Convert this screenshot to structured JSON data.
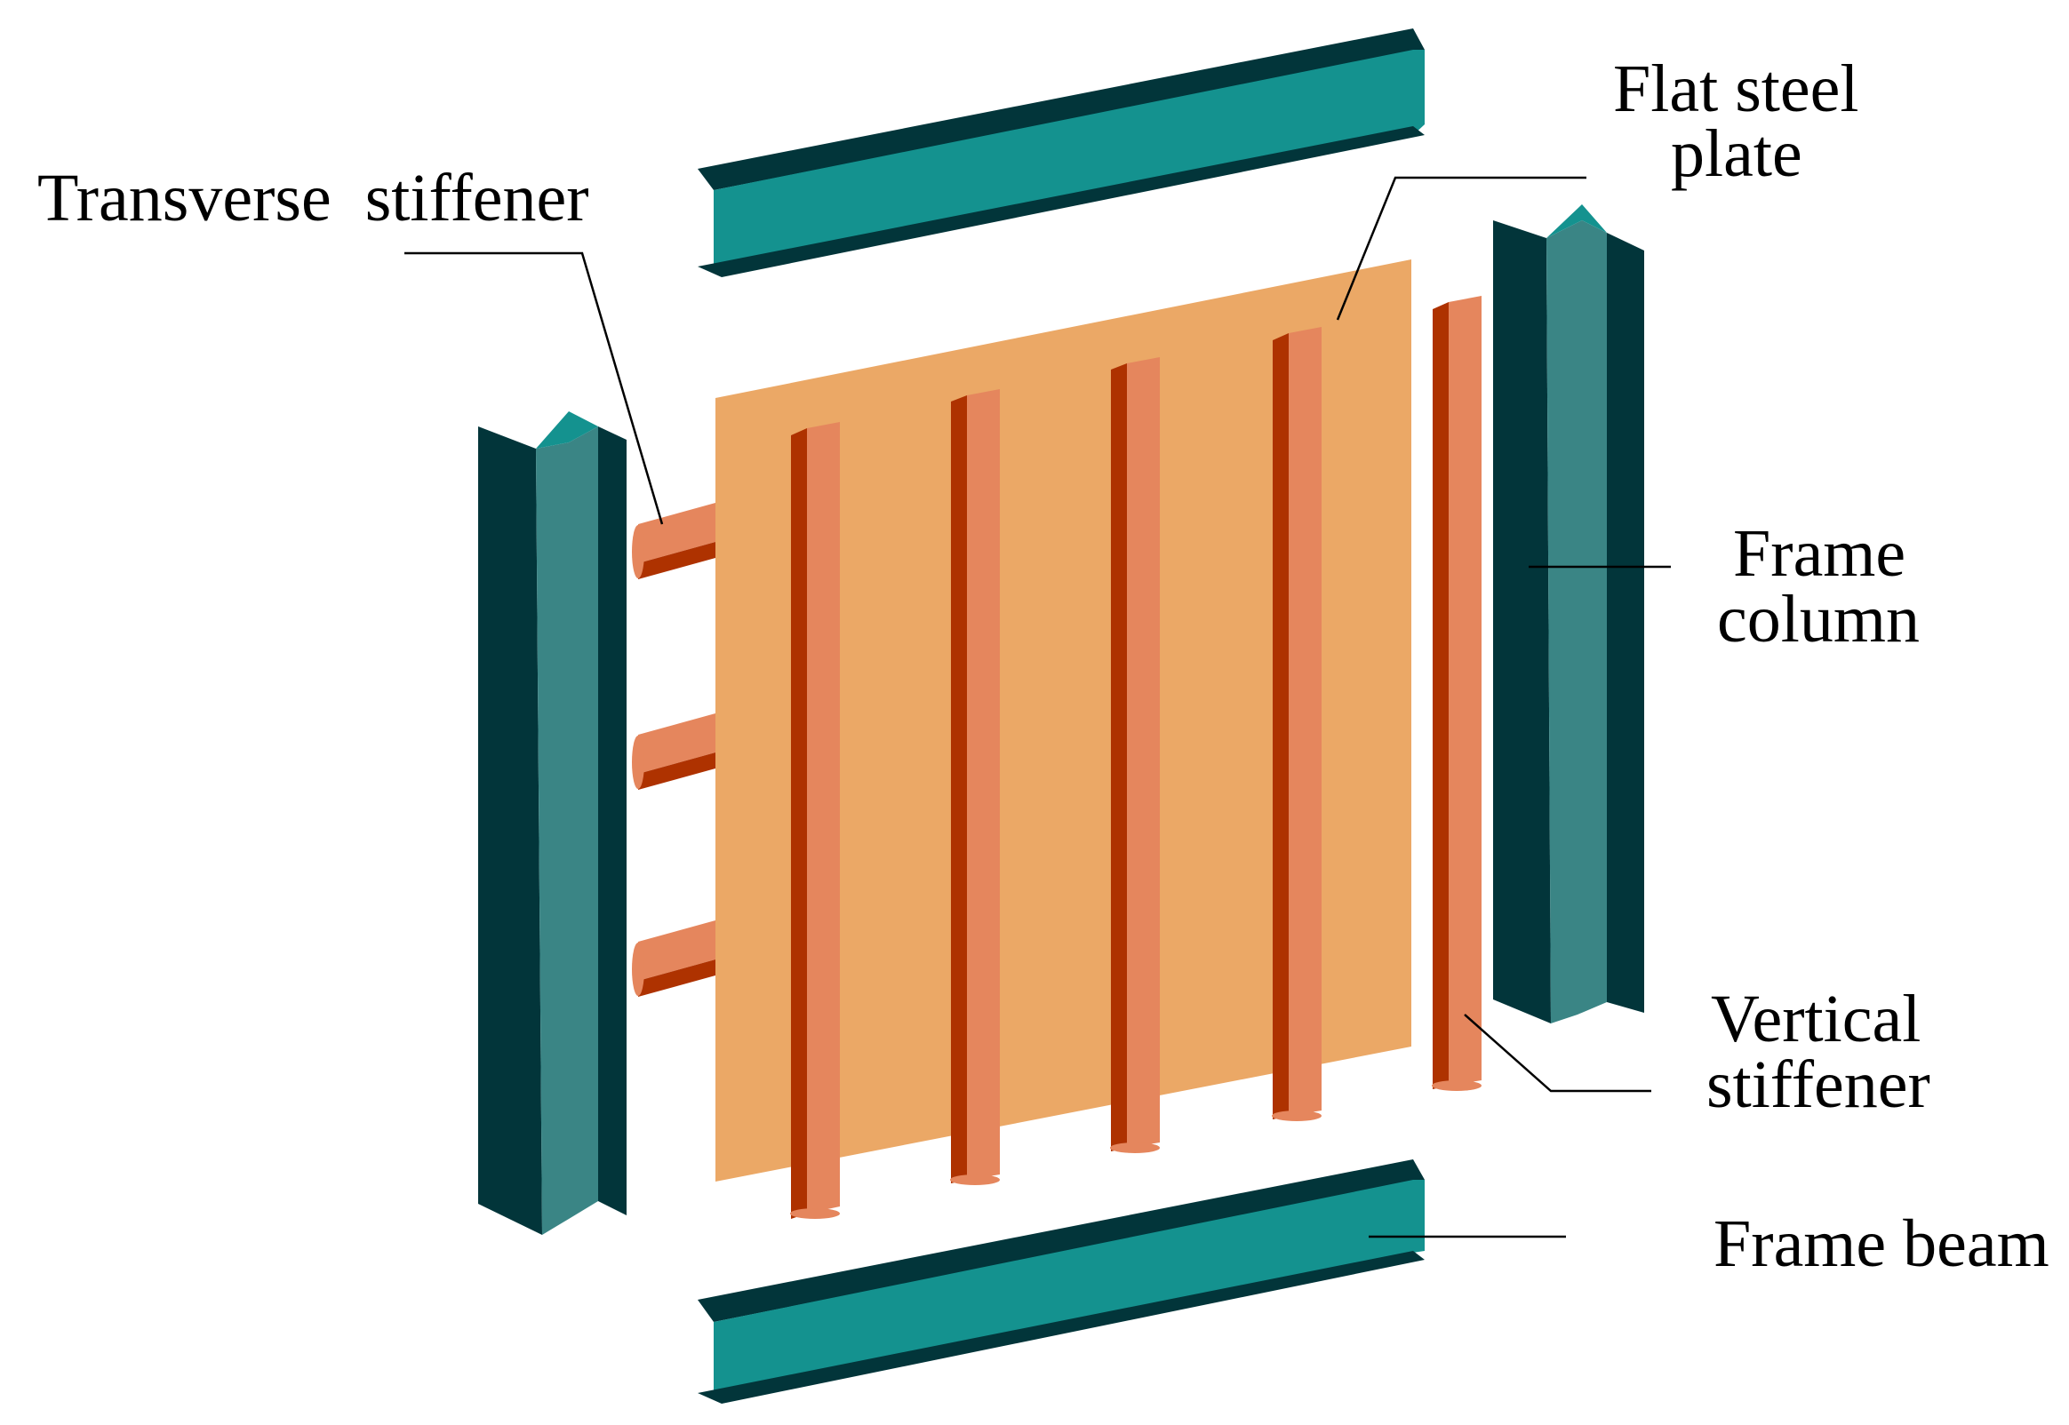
{
  "labels": {
    "transverse_stiffener": "Transverse  stiffener",
    "flat_steel_plate_line1": "Flat steel",
    "flat_steel_plate_line2": "plate",
    "frame_column_line1": "Frame",
    "frame_column_line2": "column",
    "vertical_stiffener_line1": "Vertical",
    "vertical_stiffener_line2": "stiffener",
    "frame_beam": "Frame beam"
  },
  "colors": {
    "steel_teal": "#14928F",
    "steel_teal_mid": "#3A8585",
    "steel_dark": "#02353A",
    "plate_orange": "#EBA866",
    "stiffener_light": "#E5865D",
    "stiffener_dark": "#AE3200",
    "leader_line": "#000000"
  }
}
